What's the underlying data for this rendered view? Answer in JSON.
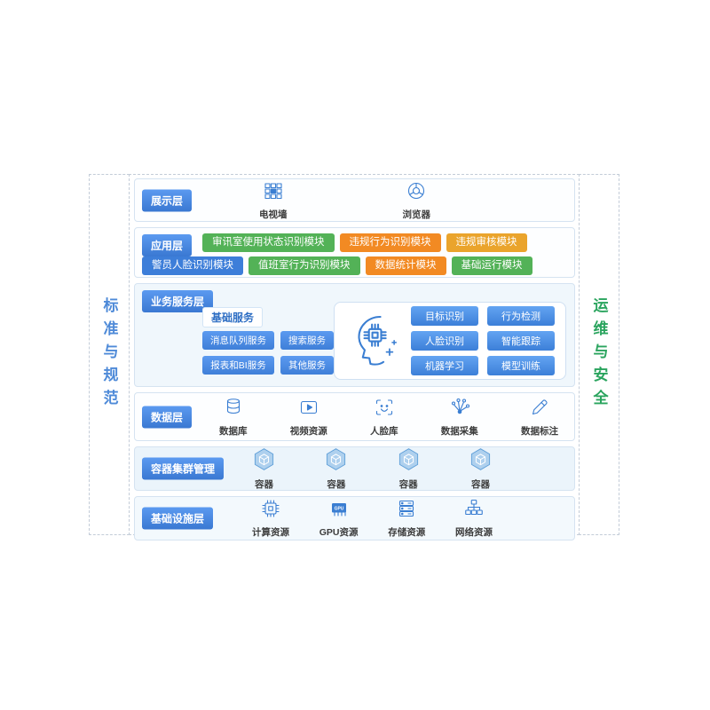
{
  "palette": {
    "badge_blue_top": "#5b9af0",
    "badge_blue_bottom": "#3a78d2",
    "module_green": "#53b257",
    "module_orange": "#f28a23",
    "module_amber": "#eaa42c",
    "module_blue": "#3d7ed9",
    "service_blue": "#3f7fd8",
    "icon_blue": "#3a7ed2",
    "left_rail_text": "#4e8ad8",
    "right_rail_text": "#2aa45e",
    "container_hex_fill": "#aed0ee"
  },
  "rails": {
    "left": "标准与规范",
    "right": "运维与安全"
  },
  "presentation": {
    "title": "展示层",
    "items": [
      {
        "label": "电视墙",
        "icon": "tv-wall-icon"
      },
      {
        "label": "浏览器",
        "icon": "browser-icon"
      }
    ]
  },
  "application": {
    "title": "应用层",
    "row1": [
      {
        "label": "审讯室使用状态识别模块",
        "color": "green"
      },
      {
        "label": "违规行为识别模块",
        "color": "orange"
      },
      {
        "label": "违规审核模块",
        "color": "amber"
      }
    ],
    "row2": [
      {
        "label": "警员人脸识别模块",
        "color": "blue"
      },
      {
        "label": "值班室行为识别模块",
        "color": "green"
      },
      {
        "label": "数据统计模块",
        "color": "orange"
      },
      {
        "label": "基础运行模块",
        "color": "green"
      }
    ]
  },
  "business": {
    "title": "业务服务层",
    "basic_title": "基础服务",
    "services": [
      "消息队列服务",
      "搜索服务",
      "报表和BI服务",
      "其他服务"
    ],
    "capabilities": [
      "目标识别",
      "行为检测",
      "人脸识别",
      "智能跟踪",
      "机器学习",
      "模型训练"
    ]
  },
  "data_layer": {
    "title": "数据层",
    "items": [
      {
        "label": "数据库",
        "icon": "database-icon"
      },
      {
        "label": "视频资源",
        "icon": "video-icon"
      },
      {
        "label": "人脸库",
        "icon": "face-library-icon"
      },
      {
        "label": "数据采集",
        "icon": "data-collect-icon"
      },
      {
        "label": "数据标注",
        "icon": "data-annotate-icon"
      }
    ]
  },
  "container_layer": {
    "title": "容器集群管理",
    "items": [
      {
        "label": "容器"
      },
      {
        "label": "容器"
      },
      {
        "label": "容器"
      },
      {
        "label": "容器"
      }
    ]
  },
  "infrastructure": {
    "title": "基础设施层",
    "gpu_chip_text": "GPU",
    "items": [
      {
        "label": "计算资源",
        "icon": "cpu-icon"
      },
      {
        "label": "GPU资源",
        "icon": "gpu-icon"
      },
      {
        "label": "存储资源",
        "icon": "storage-icon"
      },
      {
        "label": "网络资源",
        "icon": "network-icon"
      }
    ]
  }
}
